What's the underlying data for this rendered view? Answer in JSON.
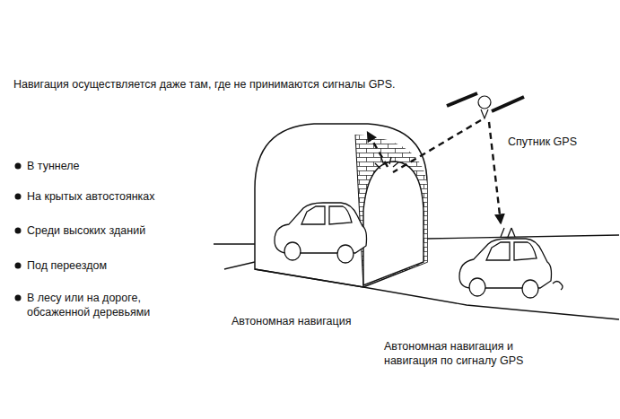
{
  "diagram": {
    "title": "Навигация осуществляется даже там, где не принимаются сигналы GPS.",
    "labels": [
      "В туннеле",
      "На крытых автостоянках",
      "Среди высоких зданий",
      "Под переездом",
      "В лесу или на дороге, обсаженной деревьями",
      "Спутник GPS",
      "Автономная навигация",
      "Автономная навигация и навигация по сигналу GPS"
    ]
  }
}
